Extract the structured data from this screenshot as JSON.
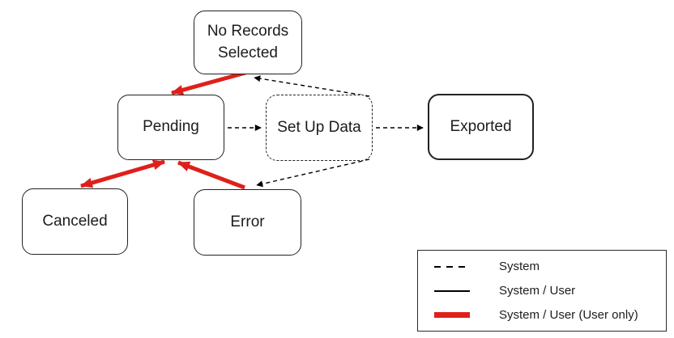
{
  "diagram": {
    "nodes": {
      "no_records": {
        "label": "No Records Selected"
      },
      "pending": {
        "label": "Pending"
      },
      "set_up_data": {
        "label": "Set Up Data"
      },
      "exported": {
        "label": "Exported"
      },
      "canceled": {
        "label": "Canceled"
      },
      "error": {
        "label": "Error"
      }
    },
    "edges": [
      {
        "from": "No Records Selected",
        "to": "Pending",
        "style": "thick-red",
        "actor": "System / User (User only)",
        "bidirectional": false
      },
      {
        "from": "Pending",
        "to": "Canceled",
        "style": "thick-red",
        "actor": "System / User (User only)",
        "bidirectional": true
      },
      {
        "from": "Error",
        "to": "Pending",
        "style": "thick-red",
        "actor": "System / User (User only)",
        "bidirectional": false
      },
      {
        "from": "Pending",
        "to": "Set Up Data",
        "style": "dashed-black",
        "actor": "System",
        "bidirectional": false
      },
      {
        "from": "Set Up Data",
        "to": "Exported",
        "style": "dashed-black",
        "actor": "System",
        "bidirectional": false
      },
      {
        "from": "Set Up Data",
        "to": "No Records Selected",
        "style": "dashed-black",
        "actor": "System",
        "bidirectional": false
      },
      {
        "from": "Set Up Data",
        "to": "Error",
        "style": "dashed-black",
        "actor": "System",
        "bidirectional": false
      }
    ]
  },
  "legend": {
    "items": [
      {
        "label": "System",
        "line_style": "dashed-black"
      },
      {
        "label": "System / User",
        "line_style": "solid-black"
      },
      {
        "label": "System / User (User only)",
        "line_style": "thick-red"
      }
    ]
  },
  "colors": {
    "arrow_red": "#DF201A",
    "line_black": "#000000",
    "background": "#FFFFFF"
  }
}
